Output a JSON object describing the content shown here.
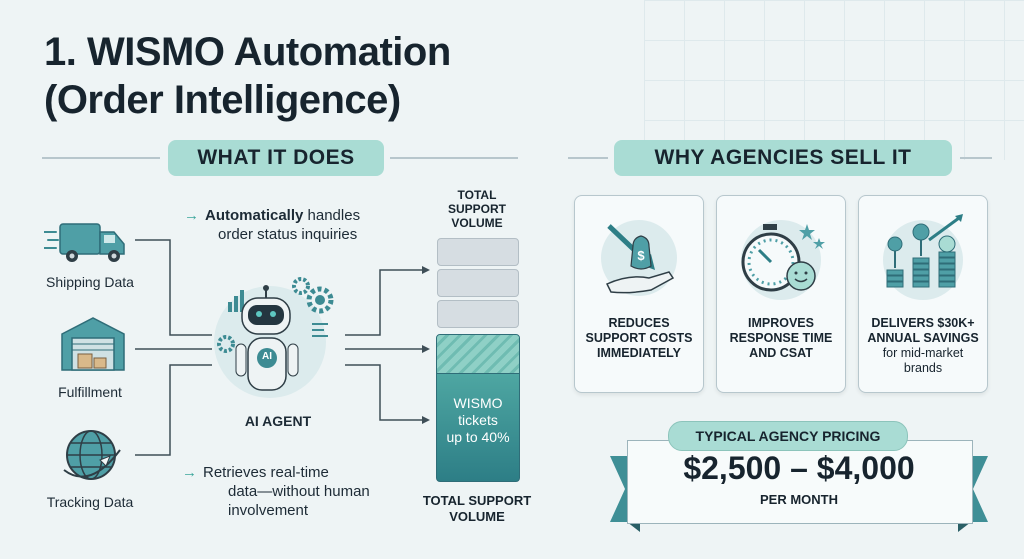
{
  "title_line1": "1. WISMO Automation",
  "title_line2": "(Order Intelligence)",
  "section_what": "WHAT IT DOES",
  "section_why": "WHY AGENCIES SELL IT",
  "sources": [
    {
      "label": "Shipping Data",
      "icon": "truck-icon"
    },
    {
      "label": "Fulfillment",
      "icon": "warehouse-icon"
    },
    {
      "label": "Tracking Data",
      "icon": "globe-icon"
    }
  ],
  "note_top": {
    "bold": "Automatically",
    "rest": " handles",
    "line2": "order status inquiries"
  },
  "note_bottom": {
    "line1": "Retrieves real-time",
    "line2": "data—without human",
    "line3": "involvement"
  },
  "agent_label": "AI AGENT",
  "agent_badge": "AI",
  "stack_top_label": "TOTAL\nSUPPORT\nVOLUME",
  "stack_bottom_label": "TOTAL SUPPORT\nVOLUME",
  "wismo_text": "WISMO\ntickets\nup to 40%",
  "wismo_share": 0.4,
  "cards": [
    {
      "title": "REDUCES\nSUPPORT COSTS\nIMMEDIATELY",
      "sub": "",
      "icon": "cost-reduction-icon"
    },
    {
      "title": "IMPROVES\nRESPONSE TIME\nAND CSAT",
      "sub": "",
      "icon": "stopwatch-icon"
    },
    {
      "title": "DELIVERS $30K+\nANNUAL SAVINGS",
      "sub": "for mid-market\nbrands",
      "icon": "savings-growth-icon"
    }
  ],
  "pricing_label": "TYPICAL AGENCY PRICING",
  "pricing_value": "$2,500 – $4,000",
  "pricing_period": "PER MONTH",
  "colors": {
    "teal": "#a9dcd4",
    "dark_teal": "#2d7e86",
    "ink": "#17242e"
  }
}
